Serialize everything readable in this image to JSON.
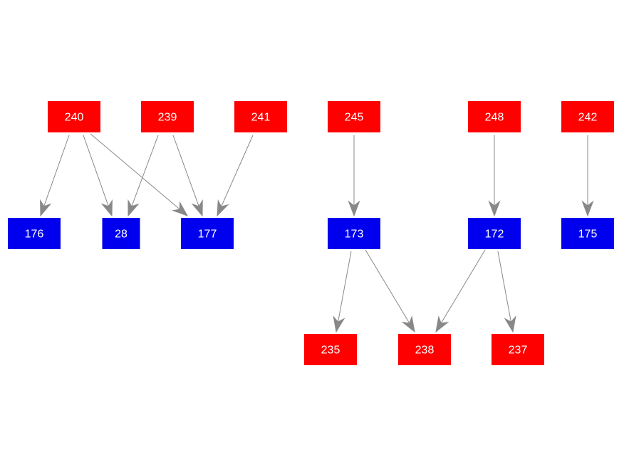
{
  "colors": {
    "red": "#ff0000",
    "blue": "#0000ee",
    "edge": "#888888",
    "label": "#ffffff",
    "background": "#ffffff"
  },
  "nodes": [
    {
      "id": "240",
      "label": "240",
      "color": "red"
    },
    {
      "id": "239",
      "label": "239",
      "color": "red"
    },
    {
      "id": "241",
      "label": "241",
      "color": "red"
    },
    {
      "id": "245",
      "label": "245",
      "color": "red"
    },
    {
      "id": "248",
      "label": "248",
      "color": "red"
    },
    {
      "id": "242",
      "label": "242",
      "color": "red"
    },
    {
      "id": "176",
      "label": "176",
      "color": "blue"
    },
    {
      "id": "28",
      "label": "28",
      "color": "blue"
    },
    {
      "id": "177",
      "label": "177",
      "color": "blue"
    },
    {
      "id": "173",
      "label": "173",
      "color": "blue"
    },
    {
      "id": "172",
      "label": "172",
      "color": "blue"
    },
    {
      "id": "175",
      "label": "175",
      "color": "blue"
    },
    {
      "id": "235",
      "label": "235",
      "color": "red"
    },
    {
      "id": "238",
      "label": "238",
      "color": "red"
    },
    {
      "id": "237",
      "label": "237",
      "color": "red"
    }
  ],
  "edges": [
    {
      "from": "240",
      "to": "176"
    },
    {
      "from": "240",
      "to": "28"
    },
    {
      "from": "240",
      "to": "177"
    },
    {
      "from": "239",
      "to": "28"
    },
    {
      "from": "239",
      "to": "177"
    },
    {
      "from": "241",
      "to": "177"
    },
    {
      "from": "245",
      "to": "173"
    },
    {
      "from": "248",
      "to": "172"
    },
    {
      "from": "242",
      "to": "175"
    },
    {
      "from": "173",
      "to": "235"
    },
    {
      "from": "173",
      "to": "238"
    },
    {
      "from": "172",
      "to": "238"
    },
    {
      "from": "172",
      "to": "237"
    }
  ]
}
